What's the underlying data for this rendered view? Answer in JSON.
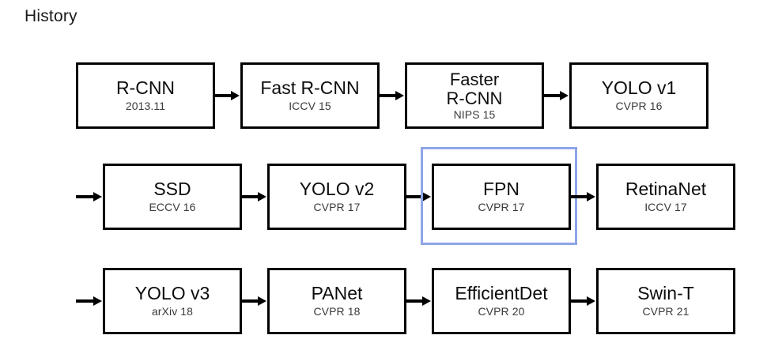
{
  "page": {
    "title": "History",
    "background_color": "#ffffff"
  },
  "colors": {
    "node_border": "#000000",
    "node_fill": "#ffffff",
    "title_text": "#0d0d0d",
    "subtitle_text": "#3a3a3a",
    "highlight_border": "#8da5e8",
    "arrow": "#000000"
  },
  "diagram": {
    "type": "flowchart",
    "orientation": "left-to-right, wrapping into 3 rows",
    "rows": [
      {
        "id": "row-1",
        "entry_arrow": false,
        "nodes": [
          {
            "id": "r-cnn",
            "title": "R-CNN",
            "subtitle": "2013.11",
            "two_line": false,
            "highlighted": false
          },
          {
            "id": "fast-r-cnn",
            "title": "Fast R-CNN",
            "subtitle": "ICCV 15",
            "two_line": false,
            "highlighted": false
          },
          {
            "id": "faster-r-cnn",
            "title": "Faster\nR-CNN",
            "subtitle": "NIPS 15",
            "two_line": true,
            "highlighted": false
          },
          {
            "id": "yolo-v1",
            "title": "YOLO v1",
            "subtitle": "CVPR 16",
            "two_line": false,
            "highlighted": false
          }
        ]
      },
      {
        "id": "row-2",
        "entry_arrow": true,
        "nodes": [
          {
            "id": "ssd",
            "title": "SSD",
            "subtitle": "ECCV 16",
            "two_line": false,
            "highlighted": false
          },
          {
            "id": "yolo-v2",
            "title": "YOLO v2",
            "subtitle": "CVPR 17",
            "two_line": false,
            "highlighted": false
          },
          {
            "id": "fpn",
            "title": "FPN",
            "subtitle": "CVPR 17",
            "two_line": false,
            "highlighted": true
          },
          {
            "id": "retinanet",
            "title": "RetinaNet",
            "subtitle": "ICCV 17",
            "two_line": false,
            "highlighted": false
          }
        ]
      },
      {
        "id": "row-3",
        "entry_arrow": true,
        "nodes": [
          {
            "id": "yolo-v3",
            "title": "YOLO v3",
            "subtitle": "arXiv 18",
            "two_line": false,
            "highlighted": false
          },
          {
            "id": "panet",
            "title": "PANet",
            "subtitle": "CVPR 18",
            "two_line": false,
            "highlighted": false
          },
          {
            "id": "efficientdet",
            "title": "EfficientDet",
            "subtitle": "CVPR 20",
            "two_line": false,
            "highlighted": false
          },
          {
            "id": "swin-t",
            "title": "Swin-T",
            "subtitle": "CVPR 21",
            "two_line": false,
            "highlighted": false
          }
        ]
      }
    ]
  }
}
